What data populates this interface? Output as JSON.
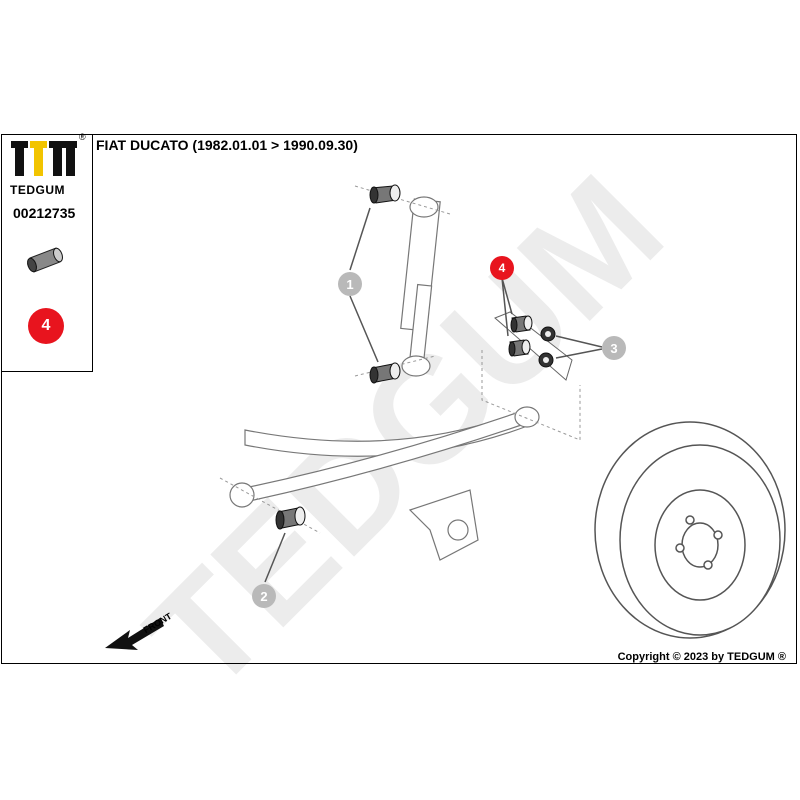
{
  "brand": {
    "name": "TEDGUM",
    "registered": "®"
  },
  "title": "FIAT DUCATO (1982.01.01 > 1990.09.30)",
  "part_number": "00212735",
  "highlight_callout": "4",
  "callouts": [
    "1",
    "2",
    "3",
    "4"
  ],
  "front_label": "FRONT",
  "watermark": "TEDGUM",
  "copyright": "Copyright © 2023 by TEDGUM ®",
  "colors": {
    "highlight": "#e8141e",
    "callout": "#b9b9b9",
    "logo_yellow": "#f2c400"
  }
}
